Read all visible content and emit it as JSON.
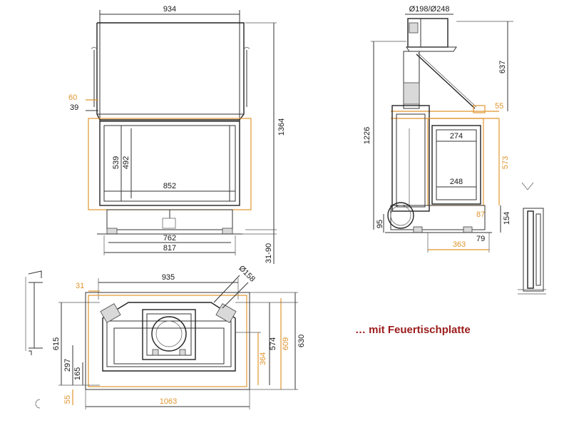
{
  "front_view": {
    "dims_black": {
      "width_top": "934",
      "d39": "39",
      "h539": "539",
      "h492": "492",
      "w852": "852",
      "w762": "762",
      "w817": "817",
      "h1364": "1364",
      "h31_90": "31-90"
    },
    "dims_orange": {
      "d60": "60"
    }
  },
  "side_view": {
    "dims_black": {
      "diameter": "Ø198/Ø248",
      "h637": "637",
      "h1226": "1226",
      "w274": "274",
      "w248": "248",
      "h95": "95",
      "h154": "154",
      "w79": "79"
    },
    "dims_orange": {
      "d55": "55",
      "h573": "573",
      "d87": "87",
      "w363": "363"
    }
  },
  "top_view": {
    "dims_black": {
      "w935": "935",
      "d158": "Ø158",
      "h615": "615",
      "h297": "297",
      "h165": "165",
      "h574": "574",
      "h630": "630"
    },
    "dims_orange": {
      "d31": "31",
      "h364": "364",
      "h609": "609",
      "d55": "55",
      "w1063": "1063"
    }
  },
  "caption": {
    "text": "… mit Feuertischplatte",
    "color": "#9b1b1b"
  },
  "colors": {
    "accent": "#e0952e",
    "line": "#333333"
  }
}
